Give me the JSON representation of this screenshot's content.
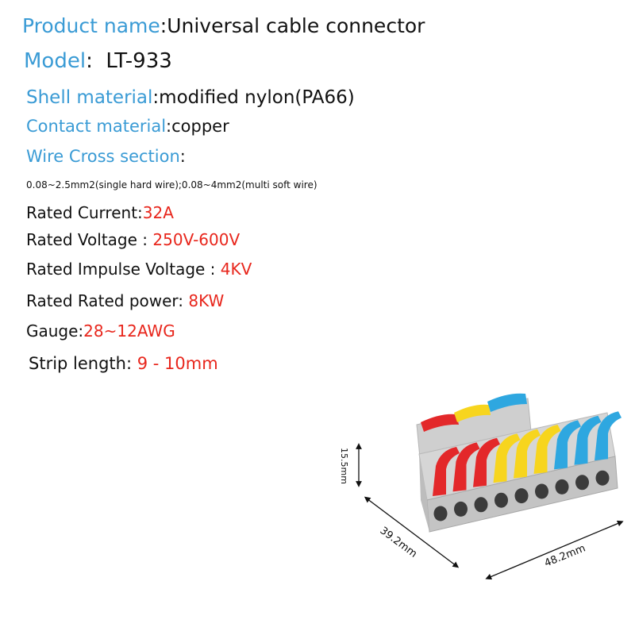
{
  "specs": {
    "product_name": {
      "label": "Product name",
      "sep": ":",
      "value": "Universal cable connector"
    },
    "model": {
      "label": "Model",
      "sep": ":",
      "value": "LT-933"
    },
    "shell_material": {
      "label": "Shell material",
      "sep": ":",
      "value": "modified nylon(PA66)"
    },
    "contact_material": {
      "label": "Contact material",
      "sep": ":",
      "value": "copper"
    },
    "wire_cross_section": {
      "label": "Wire Cross section",
      "sep": ":",
      "value": "0.08~2.5mm2(single hard wire);0.08~4mm2(multi soft wire)"
    },
    "rated_current": {
      "label": "Rated Current:",
      "value": "32A"
    },
    "rated_voltage": {
      "label": "Rated Voltage : ",
      "value": "250V-600V"
    },
    "rated_impulse_voltage": {
      "label": "Rated Impulse Voltage : ",
      "value": "4KV"
    },
    "rated_power": {
      "label": "Rated Rated power: ",
      "value": "8KW"
    },
    "gauge": {
      "label": "Gauge:",
      "value": "28~12AWG"
    },
    "strip_length": {
      "label": "Strip length: ",
      "value": "9 - 10mm"
    }
  },
  "dimensions": {
    "height": "15.5mm",
    "depth": "39.2mm",
    "width": "48.2mm"
  },
  "colors": {
    "label_blue": "#3a9bd5",
    "value_red": "#e8261c",
    "text": "#111111",
    "lever_red": "#e3282a",
    "lever_yellow": "#f7d51e",
    "lever_blue": "#2ea7e0",
    "body_grey": "#c9c9c9"
  },
  "lever_colors": [
    "red",
    "red",
    "red",
    "yellow",
    "yellow",
    "yellow",
    "blue",
    "blue",
    "blue"
  ]
}
